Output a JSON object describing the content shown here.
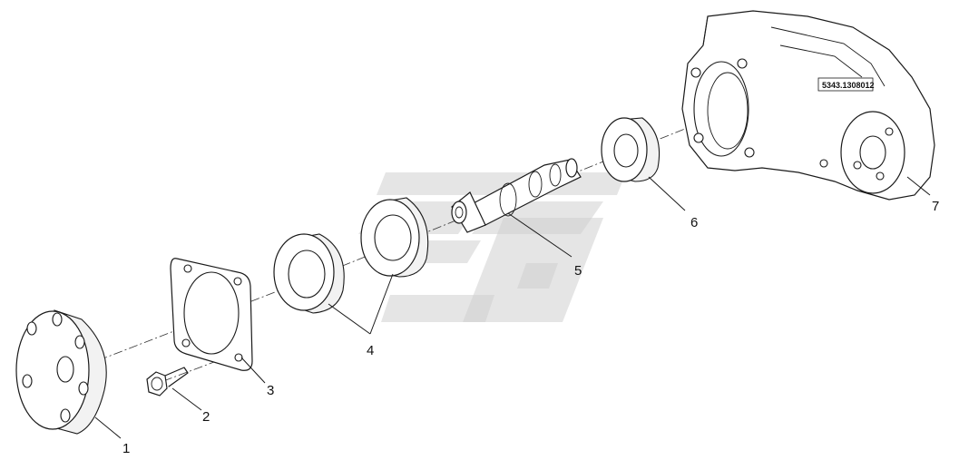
{
  "callouts": [
    {
      "number": "1"
    },
    {
      "number": "2"
    },
    {
      "number": "3"
    },
    {
      "number": "4"
    },
    {
      "number": "5"
    },
    {
      "number": "6"
    },
    {
      "number": "7"
    }
  ],
  "housing_stamp": "5343.1308012"
}
